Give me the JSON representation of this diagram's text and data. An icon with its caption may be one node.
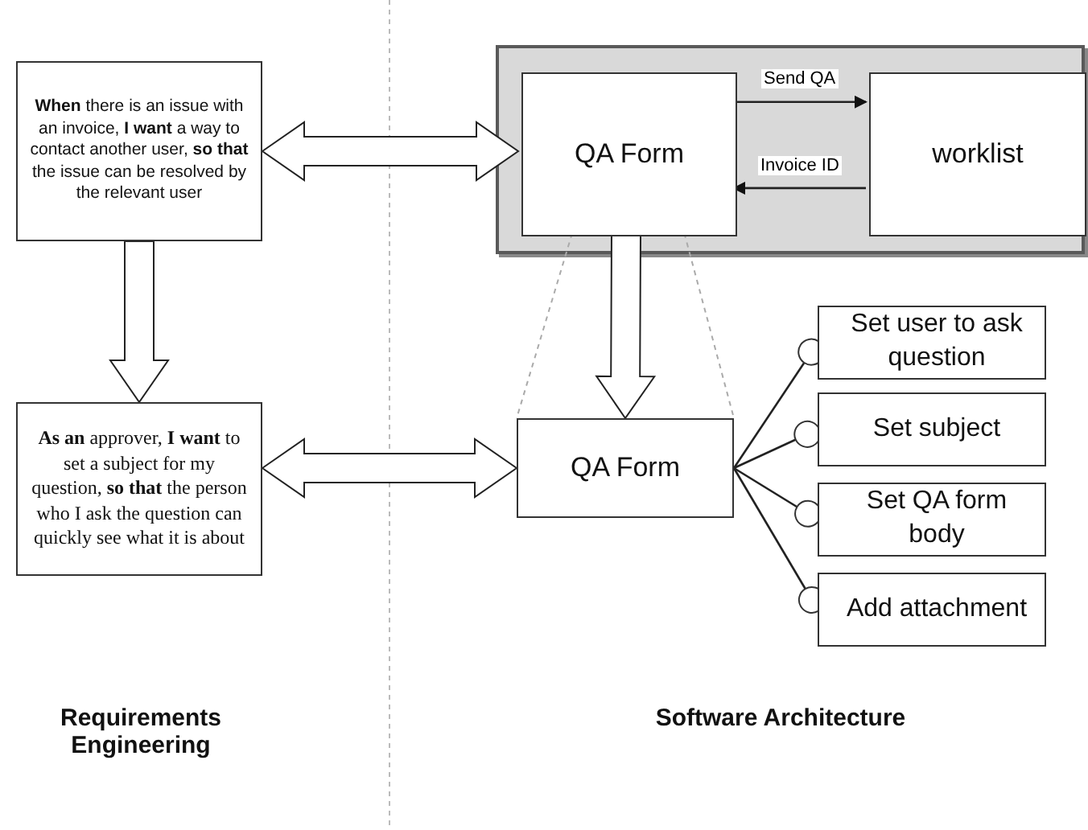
{
  "diagram": {
    "nodes": [
      {
        "text": [
          "**When** there is an issue with an invoice, **I want** a way to contact another user, **so that** the issue can be resolved by the relevant user"
        ]
      },
      {
        "text": [
          "**As an** approver, **I want** to set a subject for my question, **so that** the person who I ask the question can quickly see what it is about"
        ]
      },
      {
        "text": [],
        "shape": "box"
      },
      {
        "text": [
          "QA Form"
        ],
        "in": 2
      },
      {
        "text": [
          "worklist"
        ],
        "in": 2
      },
      {
        "text": [
          "QA Form"
        ]
      },
      {
        "text": [
          "Set user to ask question"
        ]
      },
      {
        "text": [
          "Set subject"
        ]
      },
      {
        "text": [
          "Set QA form body"
        ]
      },
      {
        "text": [
          "Add attachment"
        ]
      }
    ],
    "edges": [
      {
        "from": 0,
        "to": 3,
        "arrow": "both",
        "style": "thick"
      },
      {
        "from": 0,
        "to": 1,
        "arrow": "to",
        "style": "thick"
      },
      {
        "from": 3,
        "to": 4,
        "arrow": "to",
        "label": "Send QA"
      },
      {
        "from": 4,
        "to": 3,
        "arrow": "to",
        "label": "Invoice ID"
      },
      {
        "from": 3,
        "to": 5,
        "arrow": "to",
        "style": "thick"
      },
      {
        "from": 1,
        "to": 5,
        "arrow": "both",
        "style": "thick"
      },
      {
        "from": 3,
        "to": 5,
        "arrow": "none",
        "style": "dashed",
        "color": "#aaaaaa"
      },
      {
        "from": 3,
        "to": 5,
        "arrow": "none",
        "style": "dashed",
        "color": "#aaaaaa"
      },
      {
        "from": 5,
        "to": 6,
        "arrow": "other"
      },
      {
        "from": 5,
        "to": 7,
        "arrow": "other"
      },
      {
        "from": 5,
        "to": 8,
        "arrow": "other"
      },
      {
        "from": 5,
        "to": 9,
        "arrow": "other"
      }
    ],
    "labels": [
      "Requirements Engineering",
      "Software Architecture"
    ]
  }
}
